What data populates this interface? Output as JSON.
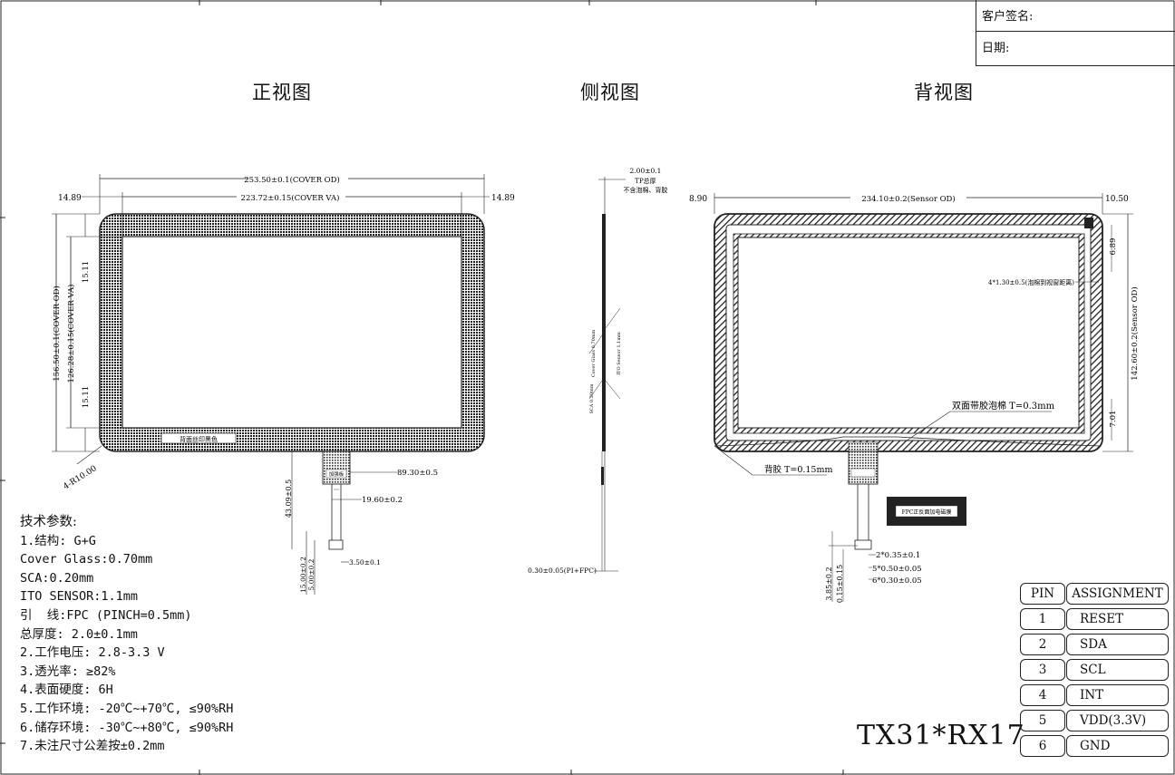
{
  "signature_box": {
    "customer_sign": "客户签名:",
    "date": "日期:"
  },
  "views": {
    "front": "正视图",
    "side": "侧视图",
    "back": "背视图"
  },
  "front_dims": {
    "cover_od_w": "253.50±0.1(COVER OD)",
    "cover_va_w": "223.72±0.15(COVER VA)",
    "left_margin": "14.89",
    "right_margin": "14.89",
    "top_margin_v": "15.11",
    "bottom_margin_v": "15.11",
    "cover_od_h": "156.50±0.1(COVER OD)",
    "cover_va_h": "126.28±0.15(COVER VA)",
    "radius": "4-R10.00",
    "fpc_len": "43.09±0.5",
    "fpc_offset": "89.30±0.5",
    "fpc_width": "19.60±0.2",
    "fpc_tail": "3.50±0.1",
    "fpc_a": "15.00±0.2",
    "fpc_b": "5.00±0.2",
    "back_label": "背面丝印黑色",
    "fpc_label": "加强板"
  },
  "side_dims": {
    "thickness": "2.00±0.1",
    "thickness_note": "TP总厚",
    "thickness_note2": "不含泡棉、背胶",
    "fpc": "0.30±0.05(PI+FPC)",
    "layer1": "Cover Glass 0.70mm",
    "layer2": "SCA 0.20mm",
    "layer3": "ITO Sensor 1.1mm"
  },
  "back_dims": {
    "left": "8.90",
    "sensor_od_w": "234.10±0.2(Sensor OD)",
    "right": "10.50",
    "top": "6.89",
    "foam_gap": "4*1.30±0.5(泡棉到视窗距离)",
    "sensor_od_h": "142.60±0.2(Sensor OD)",
    "bottom": "7.01",
    "foam": "双面带胶泡棉 T=0.3mm",
    "back_tape": "背胶 T=0.15mm",
    "fpc_shield": "FPC正反面加电磁膜",
    "pin1": "2*0.35±0.1",
    "pin2": "5*0.50±0.05",
    "pin3": "6*0.30±0.05",
    "pin_a": "3.85±0.2",
    "pin_b": "0.15±0.15"
  },
  "specs": {
    "title": "技术参数:",
    "lines": [
      "1.结构: G+G",
      "Cover Glass:0.70mm",
      "SCA:0.20mm",
      "ITO SENSOR:1.1mm",
      "引  线:FPC (PINCH=0.5mm)",
      "总厚度: 2.0±0.1mm",
      "2.工作电压: 2.8-3.3 V",
      "3.透光率: ≥82%",
      "4.表面硬度: 6H",
      "5.工作环境: -20℃~+70℃, ≤90%RH",
      "6.储存环境: -30℃~+80℃, ≤90%RH",
      "7.未注尺寸公差按±0.2mm"
    ]
  },
  "model": "TX31*RX17",
  "pin_table": {
    "header": {
      "pin": "PIN",
      "assignment": "ASSIGNMENT"
    },
    "rows": [
      {
        "pin": "1",
        "assignment": "RESET"
      },
      {
        "pin": "2",
        "assignment": "SDA"
      },
      {
        "pin": "3",
        "assignment": "SCL"
      },
      {
        "pin": "4",
        "assignment": "INT"
      },
      {
        "pin": "5",
        "assignment": "VDD(3.3V)"
      },
      {
        "pin": "6",
        "assignment": "GND"
      }
    ]
  }
}
